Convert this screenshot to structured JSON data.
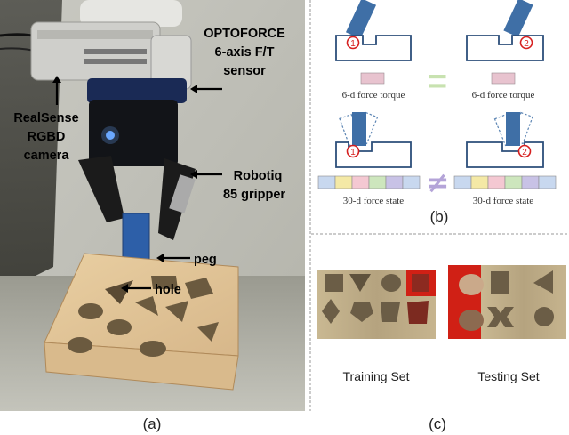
{
  "panel_a": {
    "label": "(a)",
    "annotations": {
      "optoforce_line1": "OPTOFORCE",
      "optoforce_line2": "6-axis F/T",
      "optoforce_line3": "sensor",
      "realsense_line1": "RealSense",
      "realsense_line2": "RGBD",
      "realsense_line3": "camera",
      "robotiq_line1": "Robotiq",
      "robotiq_line2": "85 gripper",
      "peg": "peg",
      "hole": "hole"
    }
  },
  "panel_b": {
    "label": "(b)",
    "contact_1": "1",
    "contact_2": "2",
    "torque_left": "6-d force torque",
    "torque_right": "6-d force torque",
    "state_left": "30-d force state",
    "state_right": "30-d force state",
    "equal_sign": "=",
    "not_equal_sign": "≠",
    "colors": {
      "peg_blue": "#3f6fa6",
      "contact_red": "#d62020",
      "torque_pink": "#e8c3cf",
      "equal_green": "#c8e2b0",
      "not_equal_purple": "#b4a4d8",
      "state_segments": [
        "#c8d8ef",
        "#f4e9a6",
        "#f4c8d2",
        "#cde6bd",
        "#c8c2e6"
      ]
    }
  },
  "panel_c": {
    "label": "(c)",
    "training": "Training Set",
    "testing": "Testing Set",
    "colors": {
      "test_background": "#d02015",
      "wood": "#b8a888"
    }
  }
}
